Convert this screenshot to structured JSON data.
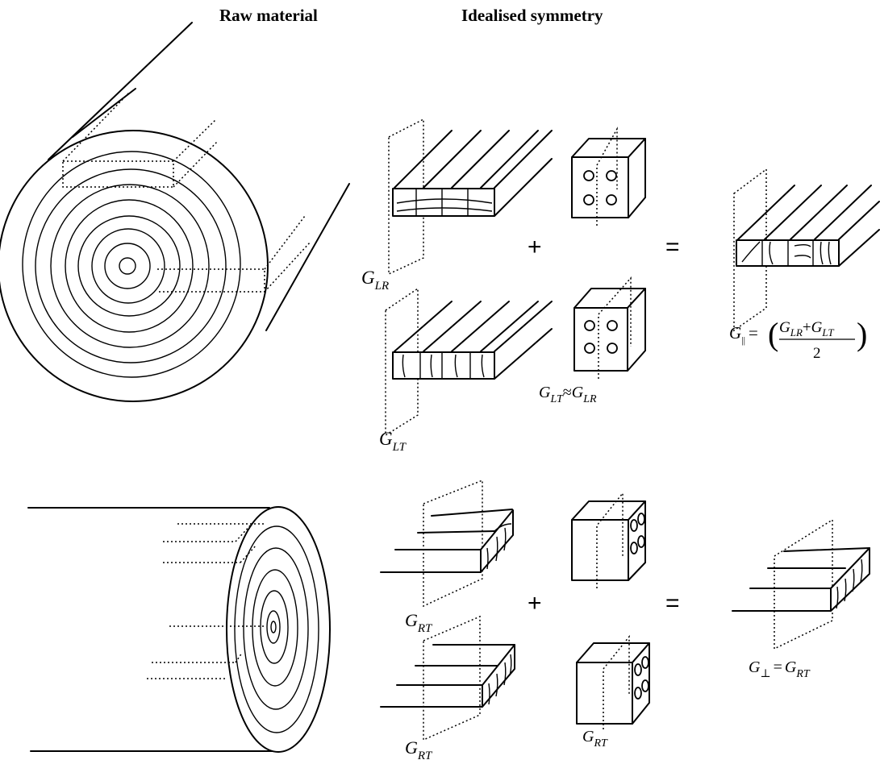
{
  "headings": {
    "raw_material": "Raw material",
    "idealised_symmetry": "Idealised symmetry"
  },
  "operators": {
    "plus": "+",
    "equals": "="
  },
  "labels": {
    "g_lr": {
      "base": "G",
      "sub": "LR"
    },
    "g_lt": {
      "base": "G",
      "sub": "LT"
    },
    "g_rt_1": {
      "base": "G",
      "sub": "RT"
    },
    "g_rt_2": {
      "base": "G",
      "sub": "RT"
    },
    "g_rt_3": {
      "base": "G",
      "sub": "RT"
    }
  },
  "equations": {
    "lt_approx_lr": {
      "lhs_base": "G",
      "lhs_sub": "LT",
      "op": "≈",
      "rhs_base": "G",
      "rhs_sub": "LR"
    },
    "g_parallel": {
      "base": "G",
      "sub": "||",
      "op": "=",
      "numerator": {
        "a_base": "G",
        "a_sub": "LR",
        "plus": "+",
        "b_base": "G",
        "b_sub": "LT"
      },
      "denominator": "2"
    },
    "g_perp": {
      "base": "G",
      "sub": "⊥",
      "op": "=",
      "rhs_base": "G",
      "rhs_sub": "RT"
    }
  }
}
